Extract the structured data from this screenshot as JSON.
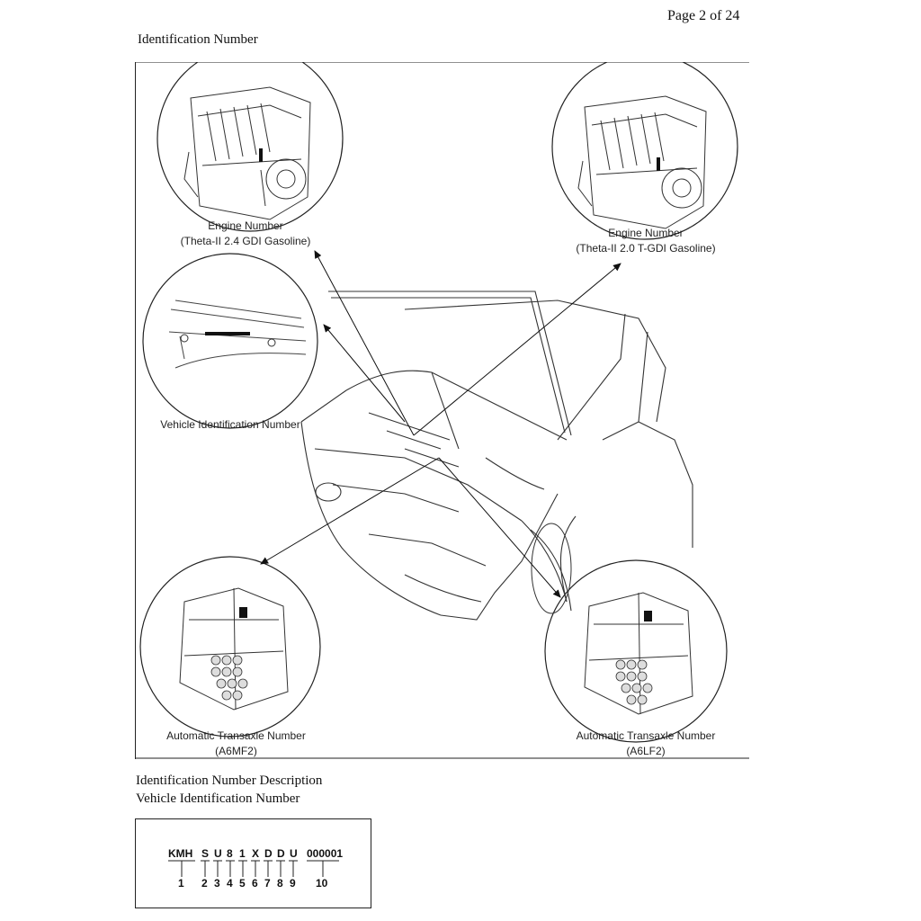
{
  "page": {
    "number": "Page 2 of 24",
    "title": "Identification Number"
  },
  "figure": {
    "engine_left": {
      "line1": "Engine Number",
      "line2": "(Theta-II 2.4 GDI Gasoline)"
    },
    "engine_right": {
      "line1": "Engine Number",
      "line2": "(Theta-II 2.0 T-GDI Gasoline)"
    },
    "vin_label": "Vehicle Identification Number",
    "transaxle_left": {
      "line1": "Automatic Transaxle Number",
      "line2": "(A6MF2)"
    },
    "transaxle_right": {
      "line1": "Automatic Transaxle Number",
      "line2": "(A6LF2)"
    }
  },
  "description": {
    "title": "Identification Number Description",
    "subtitle": "Vehicle Identification Number",
    "vin_groups": [
      "KMH",
      "S",
      "U",
      "8",
      "1",
      "X",
      "D",
      "D",
      "U",
      "000001"
    ],
    "vin_positions": [
      "1",
      "2",
      "3",
      "4",
      "5",
      "6",
      "7",
      "8",
      "9",
      "10"
    ]
  }
}
